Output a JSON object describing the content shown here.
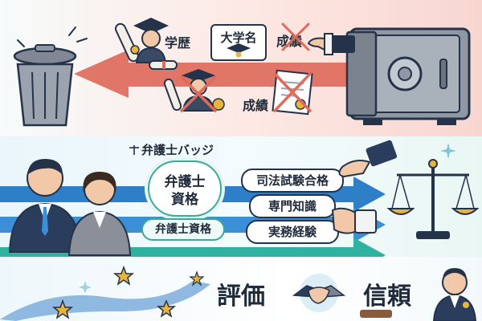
{
  "top": {
    "label_gakureki": "学歴",
    "label_daigakumei": "大学名",
    "label_seiseki_crossed": "成績",
    "label_seiseki": "成績"
  },
  "middle": {
    "badge_title": "弁護士バッジ",
    "badge_center_line1": "弁護士",
    "badge_center_line2": "資格",
    "pill_qualification": "弁護士資格",
    "pill_exam": "司法試験合格",
    "pill_knowledge": "専門知識",
    "pill_experience": "実務経験"
  },
  "bottom": {
    "word_evaluation": "評価",
    "word_trust": "信頼"
  },
  "colors": {
    "red_arrow": "#de6b5c",
    "blue_arrow": "#2f7fc8",
    "teal_arrow": "#2fb3a0",
    "navy": "#24324a",
    "gold": "#e7b43c"
  },
  "icons": [
    "trash-can-icon",
    "diploma-icon",
    "graduate-icon",
    "safe-icon",
    "hand-icon",
    "scales-icon",
    "handshake-icon",
    "star-icon",
    "person-icon"
  ]
}
